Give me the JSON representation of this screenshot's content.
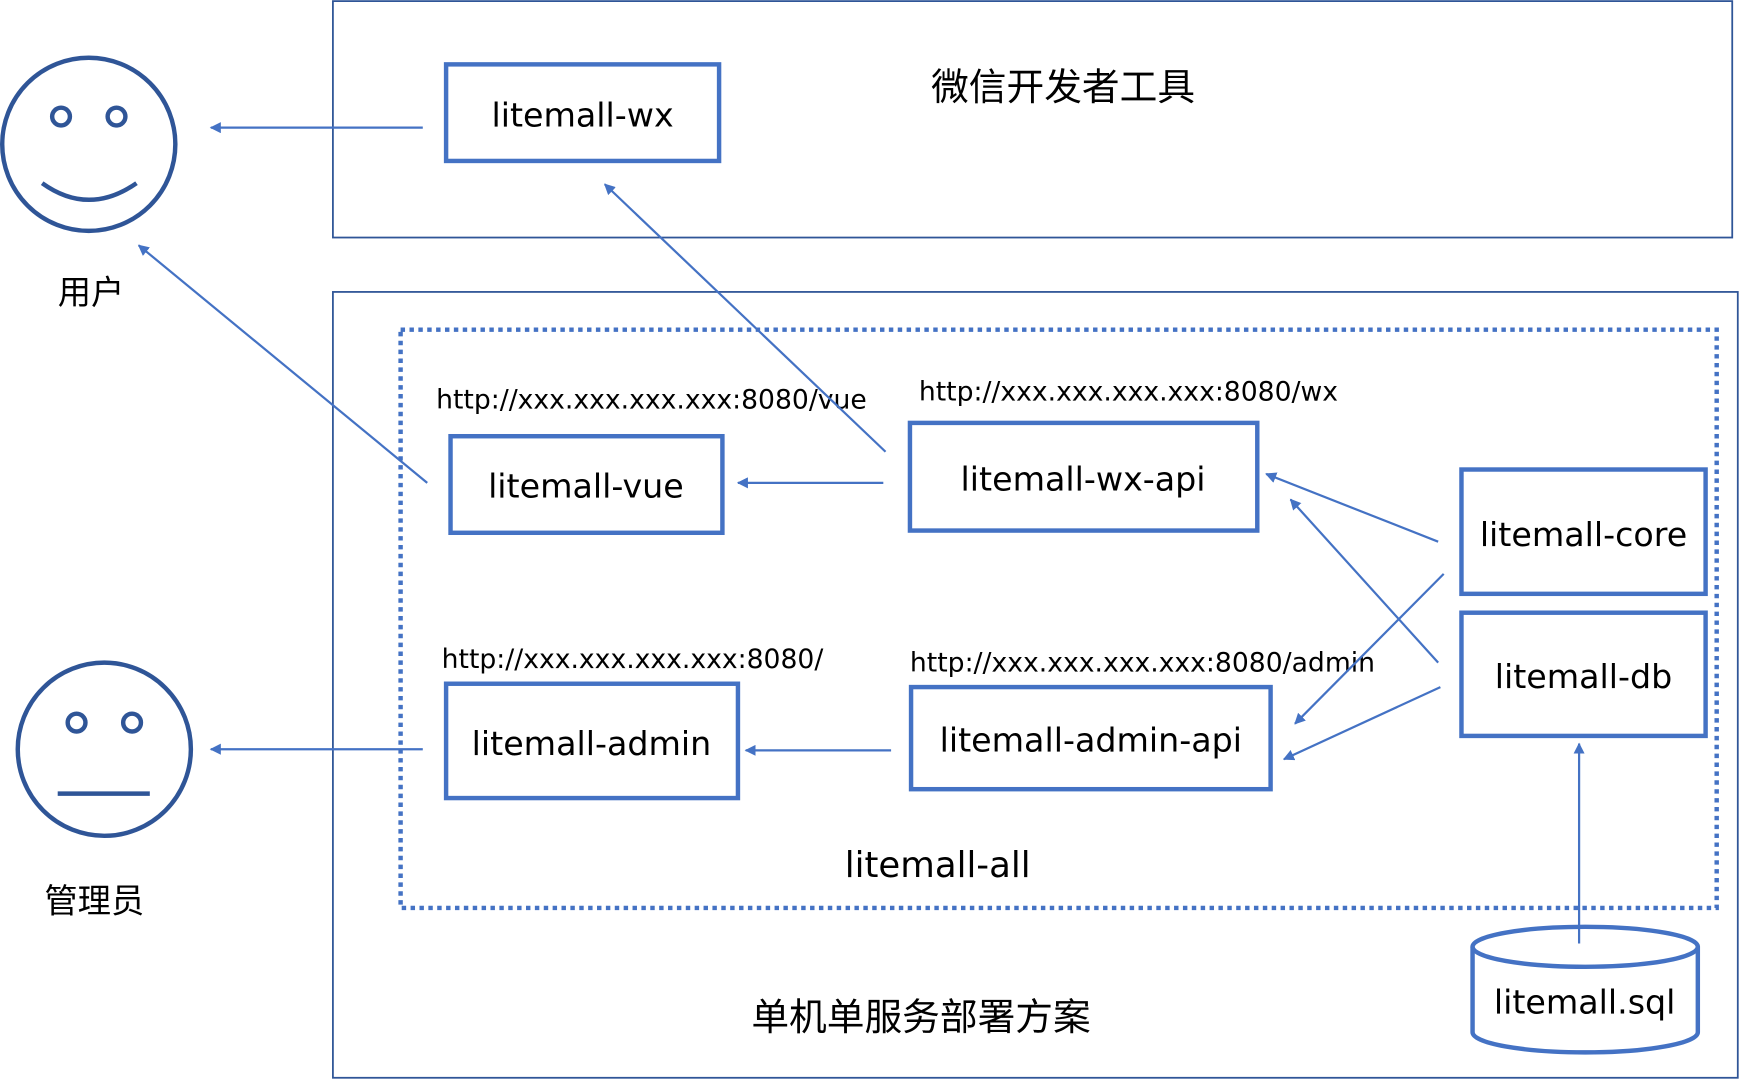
{
  "colors": {
    "box_stroke": "#4472C4",
    "frame_stroke": "#2F5597",
    "arrow": "#4472C4"
  },
  "frames": {
    "wechat_title": "微信开发者工具",
    "deployment_title": "单机单服务部署方案",
    "bundle_title": "litemall-all"
  },
  "actors": {
    "user": "用户",
    "admin": "管理员"
  },
  "modules": {
    "wx": "litemall-wx",
    "vue": "litemall-vue",
    "wx_api": "litemall-wx-api",
    "core": "litemall-core",
    "db": "litemall-db",
    "admin": "litemall-admin",
    "admin_api": "litemall-admin-api",
    "sql": "litemall.sql"
  },
  "urls": {
    "vue": "http://xxx.xxx.xxx.xxx:8080/vue",
    "wx": "http://xxx.xxx.xxx.xxx:8080/wx",
    "admin": "http://xxx.xxx.xxx.xxx:8080/",
    "admin_api": "http://xxx.xxx.xxx.xxx:8080/admin"
  }
}
